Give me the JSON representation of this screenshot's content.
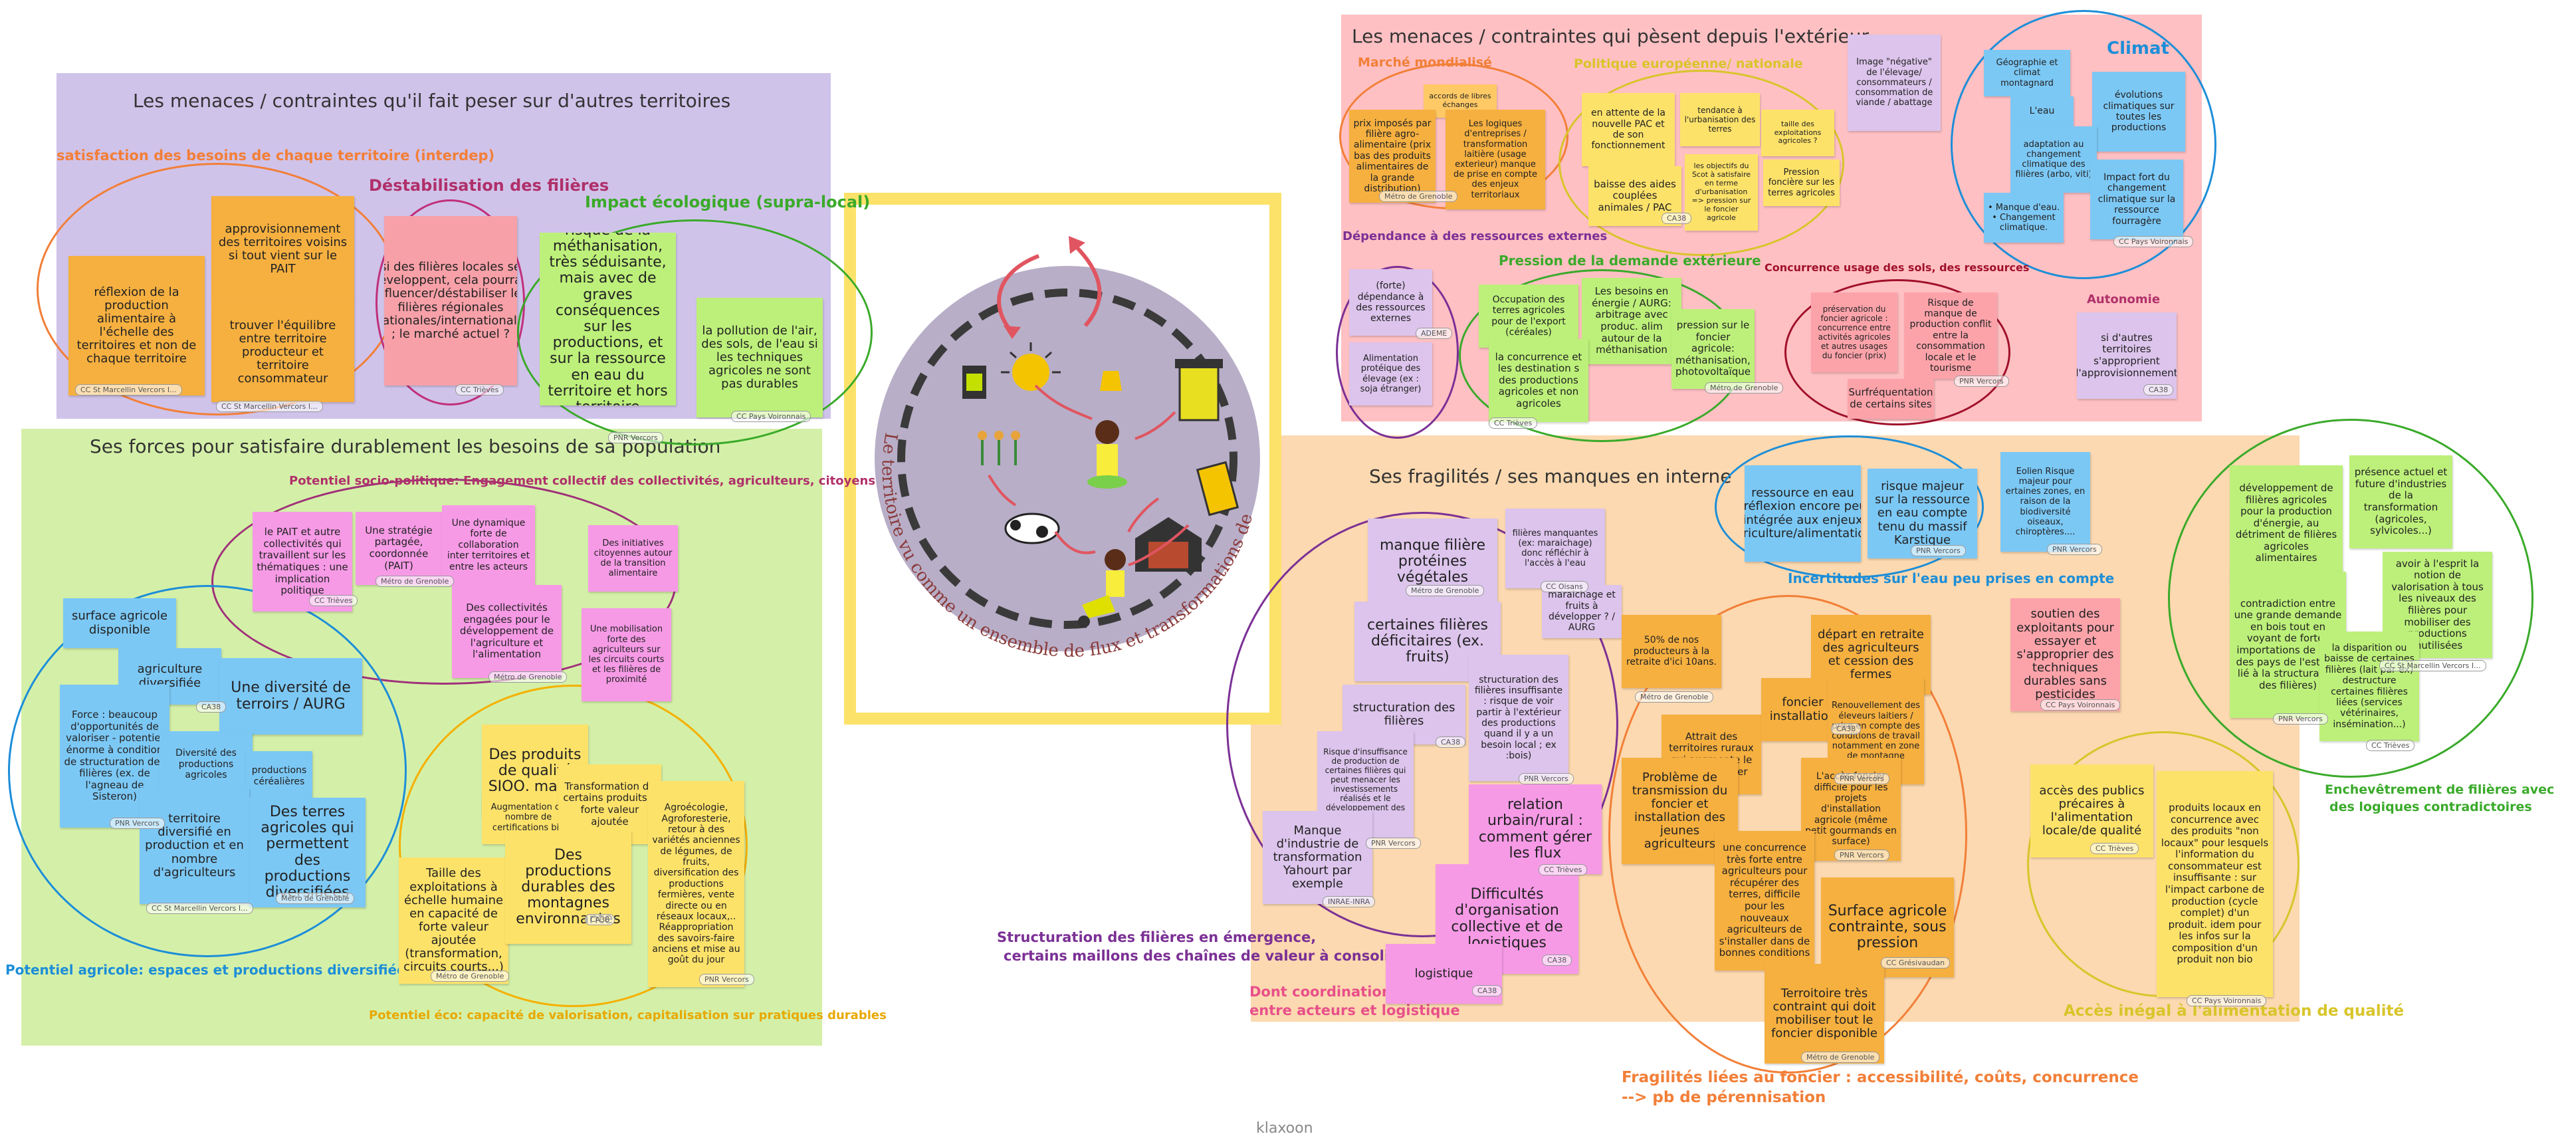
{
  "colors": {
    "purple_zone": "#d0c3ea",
    "pink_zone": "#ffc0c3",
    "green_zone": "#d4f0a8",
    "peach_zone": "#fcd9b0",
    "frame": "#fde26a"
  },
  "zones": {
    "menaces_ext": "Les menaces / contraintes qu'il fait peser sur d'autres territoires",
    "menaces_int": "Les menaces / contraintes qui pèsent depuis l'extérieur",
    "forces": "Ses forces pour satisfaire durablement les besoins de sa population",
    "fragilites": "Ses fragilités / ses manques en interne"
  },
  "labels": {
    "satisfaction": "satisfaction des besoins de chaque territoire (interdep)",
    "destab": "Déstabilisation des filières",
    "impact": "Impact écologique (supra-local)",
    "marche": "Marché mondialisé",
    "politique_eu": "Politique européenne/ nationale",
    "climat": "Climat",
    "dependance": "Dépendance à des ressources externes",
    "pression": "Pression de la demande extérieure",
    "concurrence": "Concurrence usage des sols, des ressources",
    "autonomie": "Autonomie",
    "socio_pol": "Potentiel socio-politique: Engagement collectif des collectivités, agriculteurs, citoyens",
    "pot_agri": "Potentiel agricole: espaces et productions diversifiées",
    "pot_eco": "Potentiel éco: capacité de valorisation, capitalisation sur pratiques durables",
    "structuration_1": "Structuration des filières en émergence,",
    "structuration_2": "certains maillons des chaînes de valeur à consolider",
    "dont_1": "Dont coordination",
    "dont_2": "entre acteurs et logistique",
    "incertitudes": "Incertitudes sur l'eau peu prises en compte",
    "enchevetrement_1": "Enchevêtrement de filières avec",
    "enchevetrement_2": "des logiques contradictoires",
    "acces": "Accès inégal à l'alimentation de qualité",
    "foncier_1": "Fragilités liées au foncier : accessibilité, coûts, concurrence",
    "foncier_2": "--> pb de pérennisation",
    "circle_text": "Le territoire vu comme un ensemble de flux et transformations de matière",
    "footer": "klaxoon"
  },
  "notes": {
    "n1": "réflexion de la production alimentaire à l'échelle des territoires et non de chaque territoire",
    "n2": "approvisionnement des territoires voisins si tout vient sur le PAIT",
    "n3": "trouver l'équilibre entre territoire producteur et territoire consommateur",
    "n4": "si des filières locales se développent, cela pourrait influencer/déstabiliser les filières régionales /nationales/internationales ; le marché actuel ?",
    "n5": "risque de la méthanisation, très séduisante, mais avec de graves conséquences sur les productions, et sur la ressource en eau du territoire et hors territoire",
    "n6": "la pollution de l'air, des sols, de l'eau si les techniques agricoles ne sont pas durables",
    "m1": "accords de libres échanges",
    "m2": "prix imposés par filière agro-alimentaire (prix bas des produits alimentaires de la grande distribution)",
    "m3": "Les logiques d'entreprises / transformation laitière (usage exterieur) manque de prise en compte des enjeux territoriaux",
    "m4": "en attente de la nouvelle PAC et de son fonctionnement",
    "m5": "tendance à l'urbanisation des terres",
    "m6": "taille des exploitations agricoles ?",
    "m7": "baisse des aides couplées animales / PAC",
    "m8": "les objectifs du Scot à satisfaire en terme d'urbanisation => pression sur le foncier agricole",
    "m9": "Pression foncière sur les terres agricoles",
    "m10": "Image \"négative\" de l'élevage/ consommateurs / consommation de viande / abattage",
    "m11": "Géographie et climat montagnard",
    "m12": "L'eau",
    "m13": "évolutions climatiques sur toutes les productions",
    "m14": "adaptation au changement climatique des filières (arbo, viti)",
    "m15": "Impact fort du changement climatique sur la ressource fourragère",
    "m16": "• Manque d'eau. • Changement climatique.",
    "m17": "(forte) dépendance à des ressources externes",
    "m18": "Alimentation protéique des élevage (ex : soja étranger)",
    "m19": "Occupation des terres agricoles pour de l'export (céréales)",
    "m20": "Les besoins en énergie / AURG: arbitrage avec produc. alim autour de la méthanisation",
    "m21": "la concurrence et les destination s des productions agricoles et non agricoles",
    "m22": "pression sur le foncier agricole: méthanisation, photovoltaïque",
    "m23": "préservation du foncier agricole : concurrence entre activités agricoles et autres usages du foncier (prix)",
    "m24": "Risque de manque de production conflit entre la consommation locale et le tourisme",
    "m25": "Surfréquentation de certains sites",
    "m26": "si d'autres territoires s'approprient l'approvisionnement",
    "f1": "le PAIT et autre collectivités qui travaillent sur les thématiques : une implication politique",
    "f2": "Une stratégie partagée, coordonnée (PAIT)",
    "f3": "Une dynamique forte de collaboration inter territoires et entre les acteurs",
    "f4": "Des initiatives citoyennes autour de la transition alimentaire",
    "f5": "Des collectivités engagées pour le développement de l'agriculture et l'alimentation",
    "f6": "Une mobilisation forte des agriculteurs sur les circuits courts et les filières de proximité",
    "f7": "surface agricole disponible",
    "f8": "agriculture diversifiée",
    "f9": "Une diversité de terroirs / AURG",
    "f10": "Force : beaucoup d'opportunités de valoriser - potentiel énorme à condition de structuration des filières (ex. de l'agneau de Sisteron)",
    "f11": "Diversité des productions agricoles",
    "f12": "productions céréalières",
    "f13": "territoire diversifié en production et en nombre d'agriculteurs",
    "f14": "Des terres agricoles qui permettent des productions diversifiées",
    "f15": "Des produits de qualité SIQO, marqu",
    "f16": "Augmentation du nombre de certifications bio",
    "f17": "Transformation de certains produits à forte valeur ajoutée",
    "f18": "Agroécologie, Agroforesterie, retour à des variétés anciennes de légumes, de fruits, diversification des productions fermières, vente directe ou en réseaux locaux,.. Réappropriation des savoirs-faire anciens et mise au goût du jour",
    "f19": "Taille des exploitations à échelle humaine en capacité de forte valeur ajoutée (transformation, circuits courts...)",
    "f20": "Des productions durables des montagnes environnantes",
    "g1": "manque filière protéines végétales",
    "g2": "filières manquantes (ex: maraichage) donc réfléchir à l'accès à l'eau",
    "g3": "maraichage et fruits à développer ? / AURG",
    "g4": "certaines filières déficitaires (ex. fruits)",
    "g5": "structuration des filières",
    "g6": "structuration des filières insuffisante : risque de voir partir à l'extérieur des productions quand il y a un besoin local ; ex :bois)",
    "g7": "Risque d'insuffisance de production de certaines filières qui peut menacer les investissements réalisés et le développement des VAJ",
    "g8": "Manque d'industrie de transformation Yahourt par exemple",
    "g9": "relation urbain/rural : comment gérer les flux",
    "g10": "Difficultés d'organisation collective et de logistiques",
    "g11": "logistique",
    "g12": "ressource en eau (réflexion encore peu intégrée aux enjeux agriculture/alimentation)",
    "g13": "risque majeur sur la ressource en eau compte tenu du massif Karstique",
    "g14": "Eolien Risque majeur pour ertaines zones, en raison de la biodiversité oiseaux, chiroptères....",
    "g15": "soutien des exploitants pour essayer et s'approprier des techniques durables sans pesticides",
    "g16": "50% de nos producteurs à la retraite d'ici 10ans.",
    "g17": "départ en retraite des agriculteurs et cession des fermes",
    "g18": "Attrait des territoires ruraux qui augmente le prix du foncier",
    "g19": "foncier installation",
    "g20": "Renouvellement des éleveurs laitiers / prise en compte des conditions de travail notamment en zone de montagne",
    "g21": "Problème de transmission du foncier et installation des jeunes agriculteurs",
    "g22": "L'accès foncier difficile pour les projets d'installation agricole (même petit gourmands en surface)",
    "g23": "une concurrence très forte entre agriculteurs pour récupérer des terres, difficile pour les nouveaux agriculteurs de s'installer dans de bonnes conditions",
    "g24": "Surface agricole contrainte, sous pression",
    "g25": "Terroitoire très contraint qui doit mobiliser tout le foncier disponible",
    "g26": "développement de filières agricoles pour la production d'énergie, au détriment de filières agricoles alimentaires",
    "g27": "présence actuel et future d'industries de la transformation (agricoles, sylvicoles...)",
    "g28": "contradiction entre une grande demande en bois tout en voyant de fortes importations de bois des pays de l'est (pb lié à la structuration des filières)",
    "g29": "avoir à l'esprit la notion de valorisation à tous les niveaux des filières pour mobiliser des productions inutilisées",
    "g30": "la disparition ou baisse de certaines filières (lait par ex) destructure certaines filières liées (services vétérinaires, insémination...)",
    "g31": "accès des publics précaires à l'alimentation locale/de qualité",
    "g32": "produits locaux en concurrence avec des produits \"non locaux\" pour lesquels l'information du consommateur est insuffisante : sur l'impact carbone de production (cycle complet) d'un produit. idem pour les infos sur la composition d'un produit non bio"
  },
  "tags": {
    "cs_marcellin": "CC St Marcellin Vercors I...",
    "trieves": "CC Trièves",
    "pnr": "PNR Vercors",
    "pays_voironnais": "CC Pays Voironnais",
    "metro": "Métro de Grenoble",
    "ca3b": "CA38",
    "gresivaudan": "CC Grésivaudan",
    "cc_oisans": "CC Oisans",
    "ademe": "ADEME",
    "inrae": "INRAE-INRA"
  }
}
